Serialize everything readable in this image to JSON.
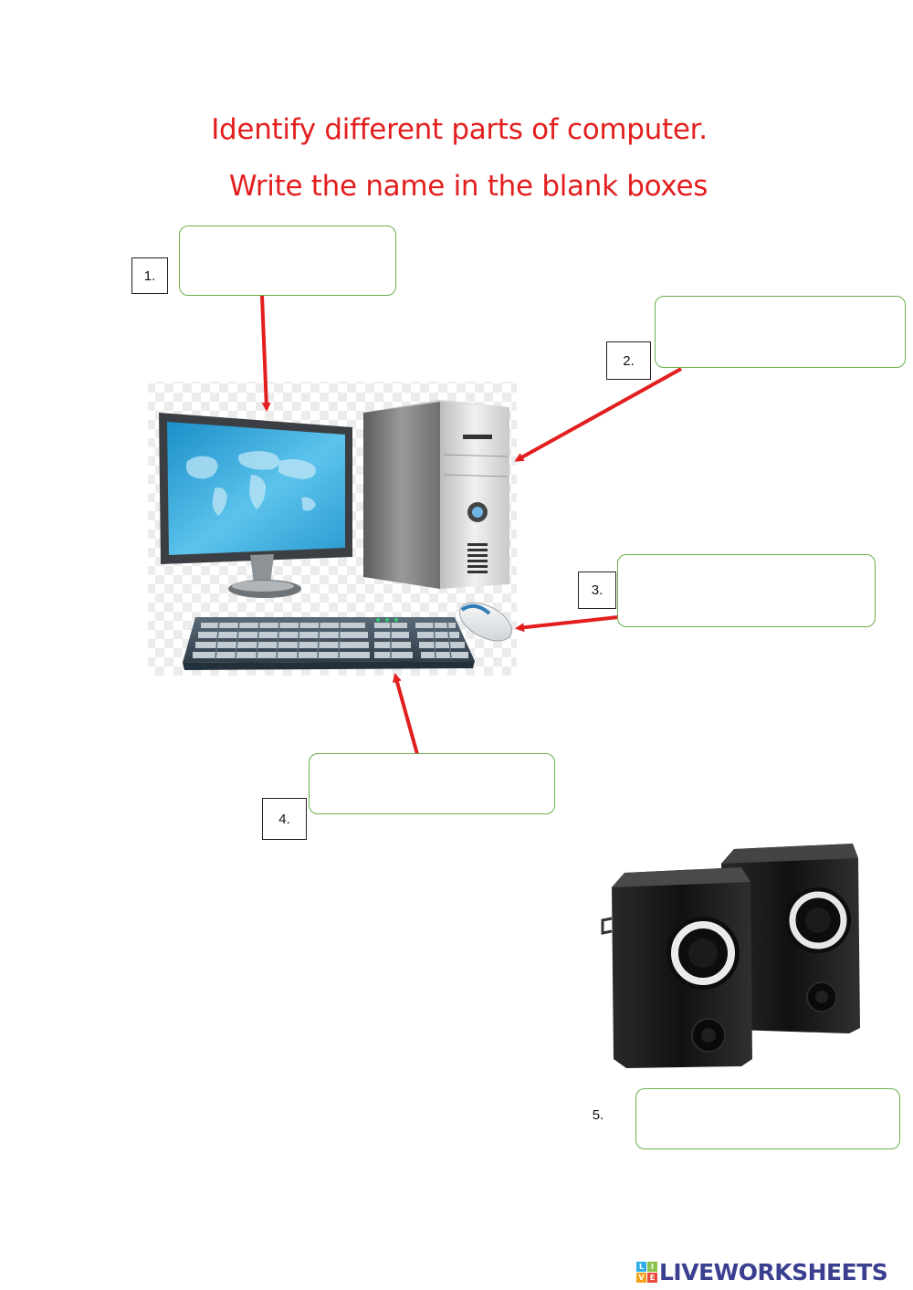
{
  "worksheet": {
    "title_line1": "Identify different parts of computer.",
    "title_line2": "Write the name in the blank boxes",
    "labels": [
      {
        "number": "1.",
        "value": ""
      },
      {
        "number": "2.",
        "value": ""
      },
      {
        "number": "3.",
        "value": ""
      },
      {
        "number": "4.",
        "value": ""
      },
      {
        "number": "5.",
        "value": ""
      }
    ]
  },
  "branding": {
    "logo_letters": [
      "L",
      "I",
      "V",
      "E"
    ],
    "text": "LIVEWORKSHEETS"
  },
  "colors": {
    "title": "#e31e1e",
    "arrow": "#e31e1e",
    "box_border": "#6ab04c",
    "brand": "#3a3f8f"
  },
  "icons": [
    "monitor-icon",
    "cpu-tower-icon",
    "keyboard-icon",
    "mouse-icon",
    "speakers-icon"
  ]
}
